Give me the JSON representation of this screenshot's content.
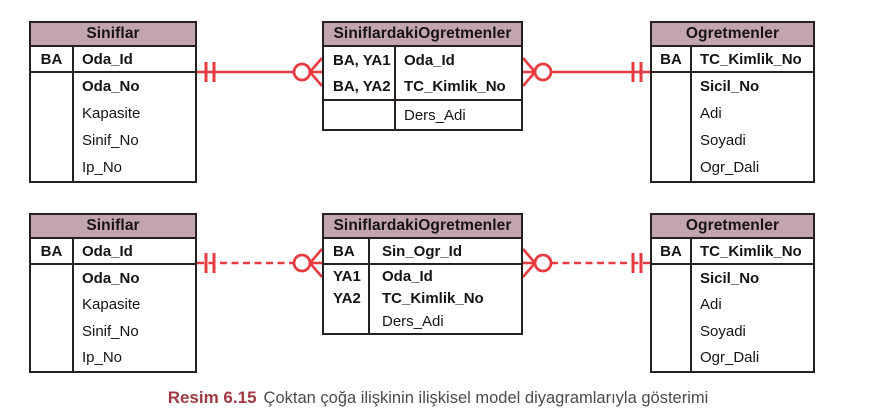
{
  "palette": {
    "table_header_bg": "#c3a5af",
    "table_border": "#26211f",
    "relationship_red": "#e63b40",
    "caption_label_red": "#a03a42",
    "caption_text_gray": "#4c4a4a"
  },
  "row1": {
    "line_style": "solid",
    "siniflar": {
      "title": "Siniflar",
      "pk_key": "BA",
      "pk_field": "Oda_Id",
      "fields": [
        "Oda_No",
        "Kapasite",
        "Sinif_No",
        "Ip_No"
      ]
    },
    "junction": {
      "title": "SiniflardakiOgretmenler",
      "key_lines": [
        "BA, YA1",
        "BA, YA2"
      ],
      "key_fields": [
        "Oda_Id",
        "TC_Kimlik_No"
      ],
      "other_fields": [
        "Ders_Adi"
      ]
    },
    "ogretmenler": {
      "title": "Ogretmenler",
      "pk_key": "BA",
      "pk_field": "TC_Kimlik_No",
      "fields": [
        "Sicil_No",
        "Adi",
        "Soyadi",
        "Ogr_Dali"
      ]
    }
  },
  "row2": {
    "line_style": "dashed",
    "siniflar": {
      "title": "Siniflar",
      "pk_key": "BA",
      "pk_field": "Oda_Id",
      "fields": [
        "Oda_No",
        "Kapasite",
        "Sinif_No",
        "Ip_No"
      ]
    },
    "junction": {
      "title": "SiniflardakiOgretmenler",
      "pk_key": "BA",
      "pk_field": "Sin_Ogr_Id",
      "rows": [
        {
          "key": "YA1",
          "field": "Oda_Id"
        },
        {
          "key": "YA2",
          "field": "TC_Kimlik_No"
        },
        {
          "key": "",
          "field": "Ders_Adi"
        }
      ]
    },
    "ogretmenler": {
      "title": "Ogretmenler",
      "pk_key": "BA",
      "pk_field": "TC_Kimlik_No",
      "fields": [
        "Sicil_No",
        "Adi",
        "Soyadi",
        "Ogr_Dali"
      ]
    }
  },
  "caption": {
    "label": "Resim 6.15",
    "text": "Çoktan çoğa ilişkinin ilişkisel model diyagramlarıyla gösterimi"
  }
}
